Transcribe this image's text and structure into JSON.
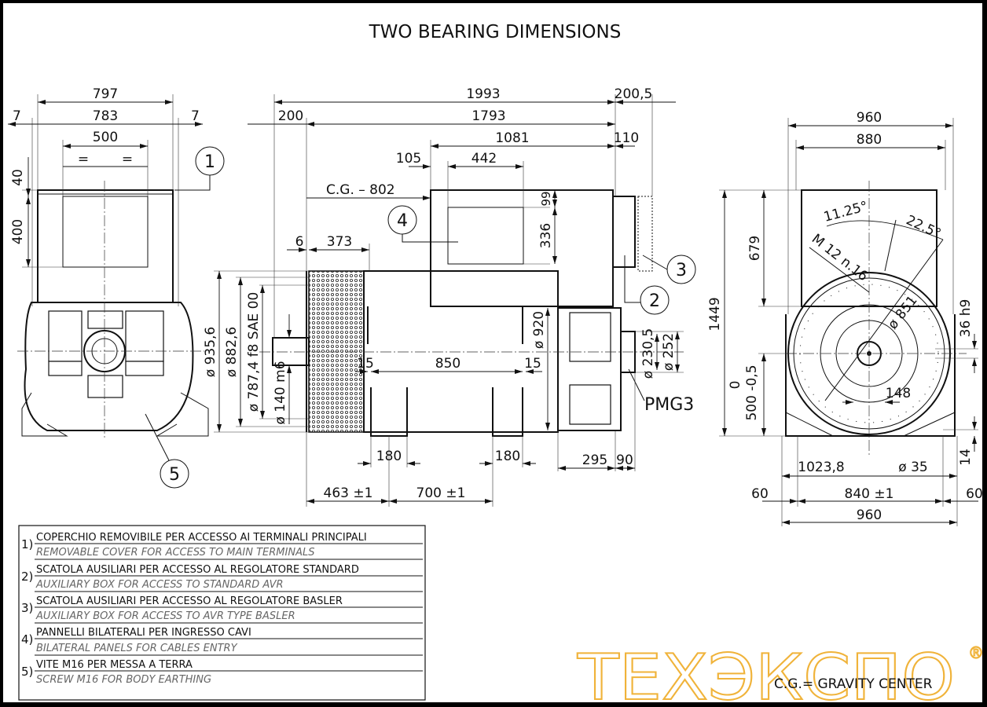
{
  "title": "TWO BEARING DIMENSIONS",
  "front_view": {
    "width_overall": "797",
    "width_inner": "783",
    "offset_left": "7",
    "offset_right": "7",
    "box_width": "500",
    "equal_left": "=",
    "equal_right": "=",
    "box_offset": "40",
    "box_height": "400",
    "callout_1": "1",
    "callout_5": "5"
  },
  "side_view": {
    "length_overall": "1993",
    "rear_extension": "200,5",
    "front_offset": "200",
    "body_length": "1793",
    "box_position": "1081",
    "rear_offset": "110",
    "box_offset": "105",
    "panel_width": "442",
    "cg": "C.G. –  802",
    "box_top": "99",
    "box_height": "336",
    "flange_thk": "6",
    "fan_length": "373",
    "dia_935": "ø 935,6",
    "dia_882": "ø 882,6",
    "dia_787": "ø 787,4  f8  SAE  00",
    "dia_140": "ø 140  m6",
    "foot_gap_left": "15",
    "foot_span": "850",
    "foot_gap_right": "15",
    "dia_920": "ø 920",
    "dia_230": "ø 230,5",
    "dia_252": "ø 252",
    "pmg": "PMG3",
    "foot_width_left": "180",
    "foot_width_right": "180",
    "rear_length": "295",
    "pmg_length": "90",
    "foot_pos_1": "463 ±1",
    "foot_pos_2": "700 ±1",
    "callout_2": "2",
    "callout_3": "3",
    "callout_4": "4"
  },
  "end_view": {
    "width_overall": "960",
    "width_box": "880",
    "angle_1": "11.25°",
    "angle_2": "22.5°",
    "holes": "M 12  n.16",
    "box_height": "679",
    "height_overall": "1449",
    "dia_851": "ø 851",
    "key": "36  h9",
    "tol_upper": "0",
    "shaft_height": "500  -0,5",
    "key_width": "148",
    "feet_width": "1023,8",
    "hole_dia": "ø 35",
    "foot_thk": "14",
    "margin_left": "60",
    "feet_span": "840 ±1",
    "margin_right": "60",
    "base_width": "960"
  },
  "legend": [
    {
      "num": "1)",
      "it": "COPERCHIO REMOVIBILE PER ACCESSO AI TERMINALI PRINCIPALI",
      "en": "REMOVABLE COVER  FOR ACCESS TO MAIN TERMINALS"
    },
    {
      "num": "2)",
      "it": "SCATOLA AUSILIARI PER ACCESSO AL REGOLATORE STANDARD",
      "en": "AUXILIARY BOX FOR ACCESS TO STANDARD AVR"
    },
    {
      "num": "3)",
      "it": "SCATOLA AUSILIARI PER ACCESSO AL REGOLATORE BASLER",
      "en": "AUXILIARY BOX FOR ACCESS TO AVR TYPE BASLER"
    },
    {
      "num": "4)",
      "it": "PANNELLI BILATERALI PER INGRESSO CAVI",
      "en": "BILATERAL PANELS FOR CABLES ENTRY"
    },
    {
      "num": "5)",
      "it": "VITE M16 PER MESSA A TERRA",
      "en": "SCREW M16 FOR BODY EARTHING"
    }
  ],
  "footnote": "C.G.= GRAVITY  CENTER",
  "watermark": {
    "text": "ТЕХЭКСПО",
    "mark": "®",
    "color": "#f0b33a"
  }
}
